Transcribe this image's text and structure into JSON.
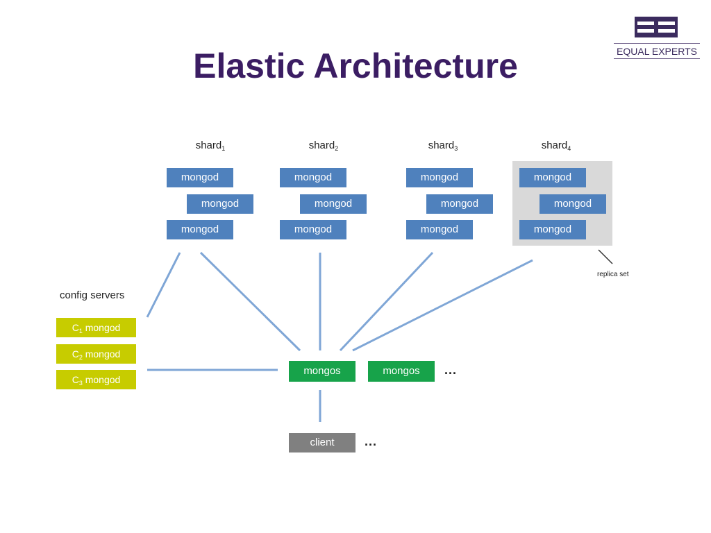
{
  "title": "Elastic Architecture",
  "logo": {
    "text_prefix": "E",
    "text_mid": "QUAL ",
    "text_bold": "E",
    "text_end": "XPERTS",
    "color": "#3b2b5e"
  },
  "shards": [
    {
      "name": "shard",
      "sub": "1"
    },
    {
      "name": "shard",
      "sub": "2"
    },
    {
      "name": "shard",
      "sub": "3"
    },
    {
      "name": "shard",
      "sub": "4"
    }
  ],
  "mongod_label": "mongod",
  "replica_set_label": "replica set",
  "config_servers_label": "config servers",
  "config_servers": [
    {
      "prefix": "C",
      "sub": "1",
      "label": " mongod"
    },
    {
      "prefix": "C",
      "sub": "2",
      "label": " mongod"
    },
    {
      "prefix": "C",
      "sub": "3",
      "label": " mongod"
    }
  ],
  "mongos": [
    "mongos",
    "mongos"
  ],
  "mongos_more": "...",
  "client_label": "client",
  "client_more": "...",
  "colors": {
    "title": "#3b1d63",
    "mongod": "#4f81bd",
    "mongos": "#17a34a",
    "client": "#808080",
    "config": "#c7cc00",
    "replica_bg": "#d9d9d9",
    "connector": "#7fa6d6"
  }
}
